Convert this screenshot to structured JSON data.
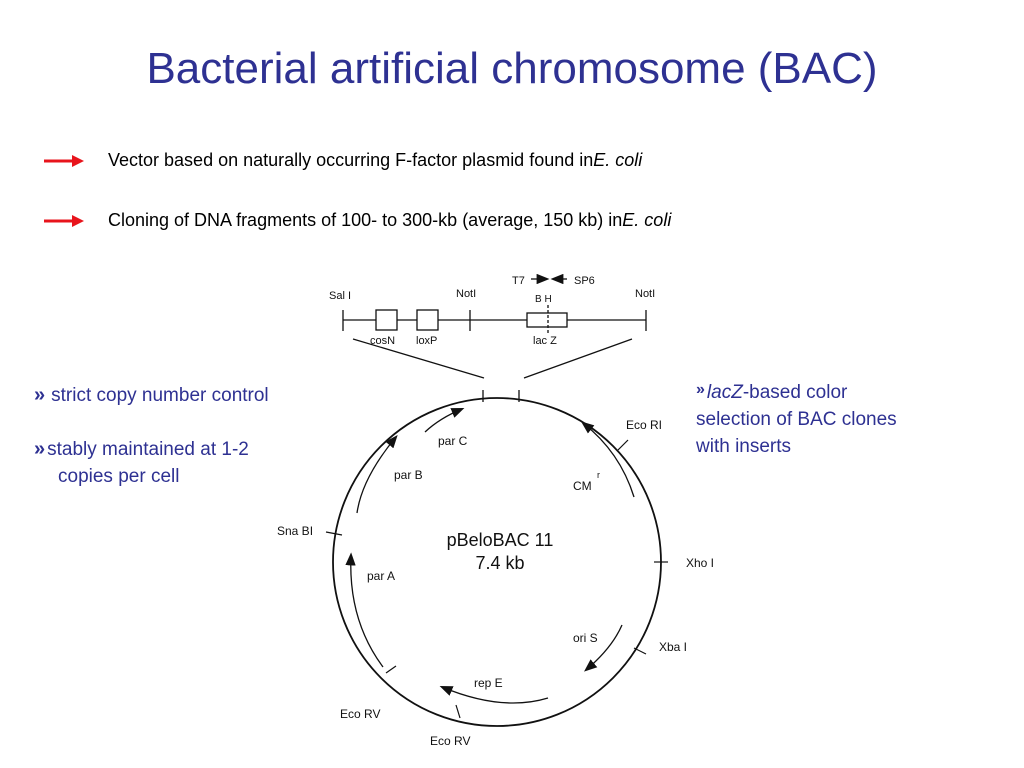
{
  "title": "Bacterial artificial chromosome (BAC)",
  "bullets": [
    {
      "text": "Vector based on naturally occurring F-factor plasmid found in ",
      "italic": "E. coli"
    },
    {
      "text": "Cloning of DNA fragments of 100- to 300-kb (average, 150 kb) in ",
      "italic": "E. coli"
    }
  ],
  "left_notes": {
    "chevron": "»",
    "note1": "strict copy number control",
    "note2_line1": "stably maintained at 1-2",
    "note2_line2": "copies per cell"
  },
  "right_note": {
    "chevron": "»",
    "italic": "lacZ",
    "line1_rest": "-based color",
    "line2": "selection of BAC clones",
    "line3": "with inserts"
  },
  "diagram": {
    "linear": {
      "sal1": "Sal I",
      "notl_left": "NotI",
      "notl_right": "NotI",
      "t7": "T7",
      "sp6": "SP6",
      "bh": "B H",
      "cosn": "cosN",
      "loxp": "loxP",
      "lacz": "lac Z"
    },
    "center_name": "pBeloBAC 11",
    "center_size": "7.4 kb",
    "genes": {
      "parc": "par C",
      "parb": "par B",
      "para": "par A",
      "cm": "CM",
      "cm_sup": "r",
      "oris": "ori S",
      "repe": "rep E"
    },
    "sites": {
      "ecori": "Eco RI",
      "xhoi": "Xho I",
      "xbai": "Xba I",
      "snabi": "Sna BI",
      "ecorv1": "Eco RV",
      "ecorv2": "Eco RV"
    }
  },
  "colors": {
    "title": "#2e3192",
    "arrow": "#e8141c",
    "blue_text": "#2e3192"
  }
}
